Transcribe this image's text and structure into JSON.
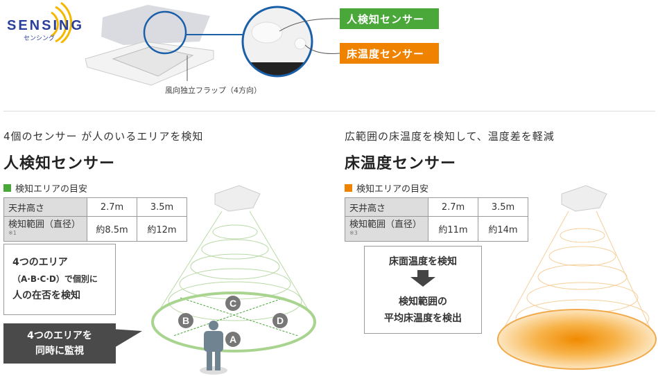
{
  "logo": {
    "word": "SENSING",
    "sub": "センシング"
  },
  "header": {
    "caption": "風向独立フラップ（4方向）",
    "tag_human": "人検知センサー",
    "tag_floor": "床温度センサー"
  },
  "colors": {
    "green": "#4aa83a",
    "orange": "#ef8300",
    "blue": "#1a5fa8"
  },
  "left": {
    "subtitle": "4個のセンサー が人のいるエリアを検知",
    "title": "人検知センサー",
    "legend": "検知エリアの目安",
    "table": {
      "rows": [
        {
          "label": "天井高さ",
          "note": "",
          "values": [
            "2.7m",
            "3.5m"
          ]
        },
        {
          "label": "検知範囲（直径）",
          "note": "※1",
          "values": [
            "約8.5m",
            "約12m"
          ]
        }
      ]
    },
    "box_lines": [
      "4つのエリア",
      "（A·B·C·D）で個別に",
      "人の在否を検知"
    ],
    "dark_lines": [
      "4つのエリアを",
      "同時に監視"
    ],
    "areas": [
      "A",
      "B",
      "C",
      "D"
    ]
  },
  "right": {
    "subtitle": "広範囲の床温度を検知して、温度差を軽減",
    "title": "床温度センサー",
    "legend": "検知エリアの目安",
    "table": {
      "rows": [
        {
          "label": "天井高さ",
          "note": "",
          "values": [
            "2.7m",
            "3.5m"
          ]
        },
        {
          "label": "検知範囲（直径）",
          "note": "※3",
          "values": [
            "約11m",
            "約14m"
          ]
        }
      ]
    },
    "box_top": "床面温度を検知",
    "box_bottom": [
      "検知範囲の",
      "平均床温度を検出"
    ]
  }
}
